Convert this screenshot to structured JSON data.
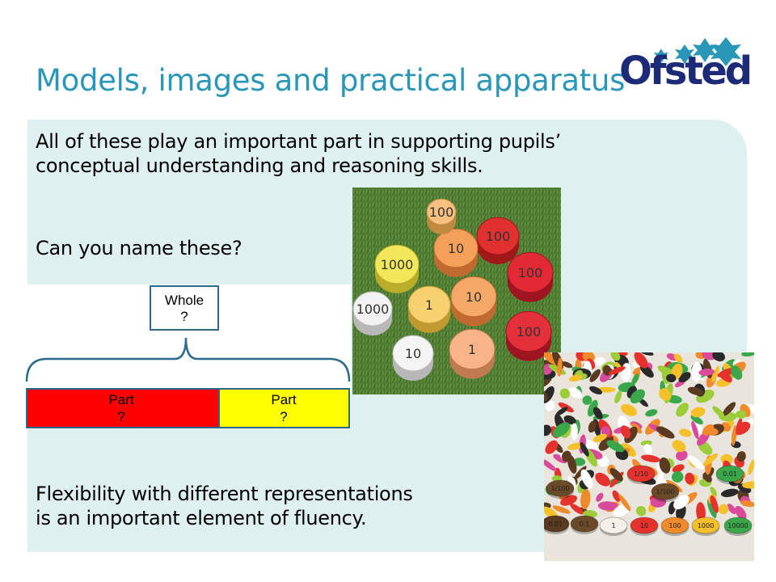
{
  "title": "Models, images and practical apparatus",
  "logo": {
    "text": "Ofsted"
  },
  "intro_line1": "All of these play an important part in supporting pupils’",
  "intro_line2": "conceptual understanding and reasoning skills.",
  "question": "Can you name these?",
  "bar_model": {
    "whole_label": "Whole",
    "whole_value": "?",
    "parts": [
      {
        "label": "Part",
        "value": "?",
        "color": "#ff0000"
      },
      {
        "label": "Part",
        "value": "?",
        "color": "#ffff00"
      }
    ]
  },
  "place_value_counters": {
    "labels": [
      "100",
      "10",
      "1000",
      "100",
      "10",
      "1",
      "1000",
      "100",
      "10",
      "1",
      "100"
    ]
  },
  "decimal_counters": {
    "labels": [
      "0.01",
      "0.1",
      "1",
      "10",
      "100",
      "1000",
      "10000",
      "1/100",
      "1/100",
      "1/10",
      "0.01"
    ]
  },
  "conclusion_line1": "Flexibility with different representations",
  "conclusion_line2": "is an important element of fluency.",
  "colors": {
    "title": "#2a96b8",
    "panel": "#dff0f1",
    "logo": "#1d2a78",
    "logo_stars": "#2a96b8",
    "outline": "#2a6a8a"
  }
}
